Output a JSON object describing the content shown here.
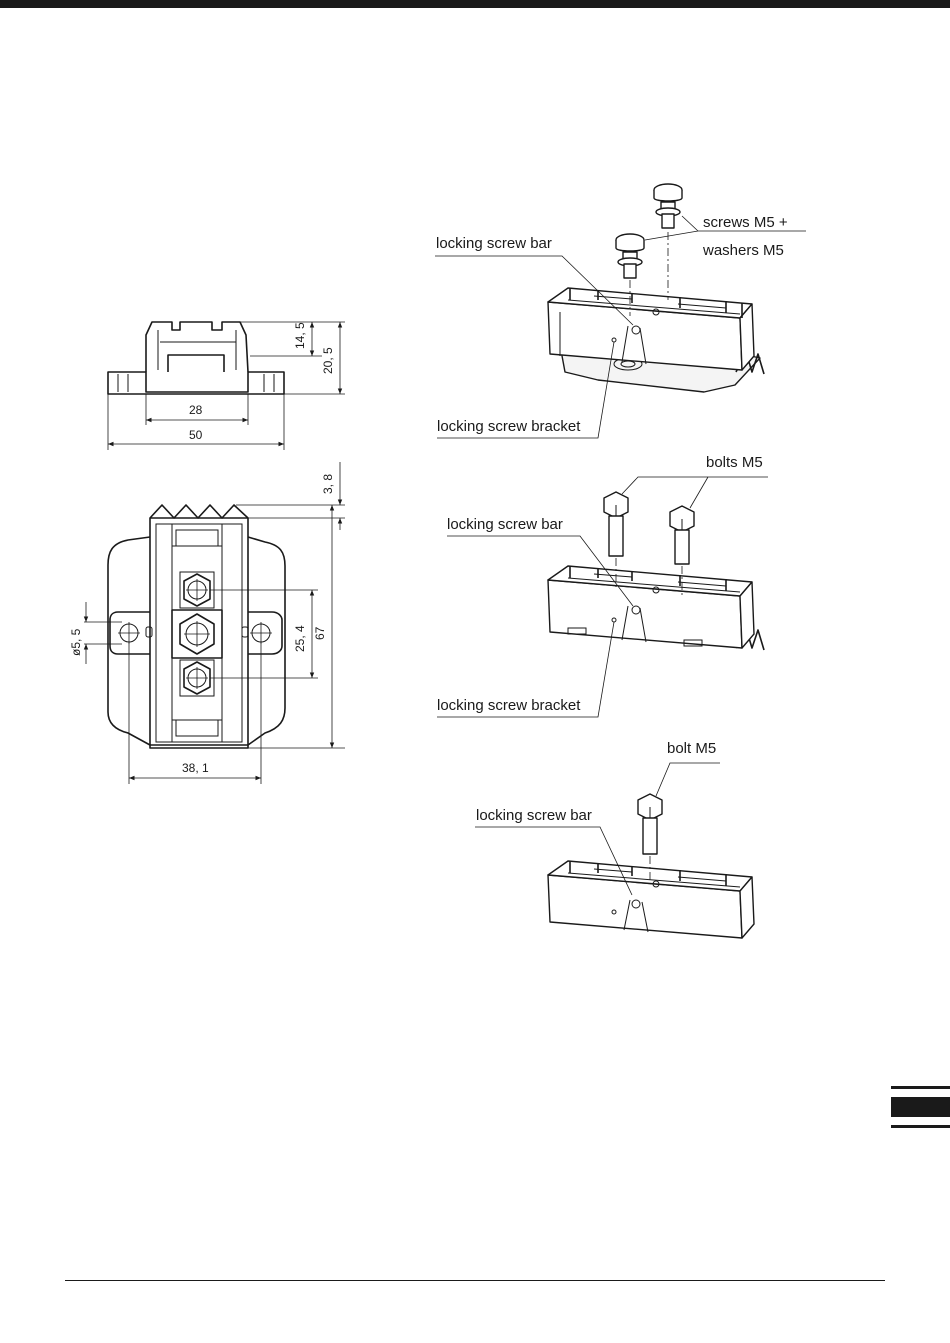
{
  "dimensions": {
    "height_top": "14, 5",
    "height_total": "20, 5",
    "width_inner": "28",
    "width_outer": "50",
    "spike": "3, 8",
    "hole_diameter": "ø5, 5",
    "hole_spacing": "25, 4",
    "length": "67",
    "hole_distance": "38, 1"
  },
  "labels": {
    "a_screws_line1": "screws M5 +",
    "a_screws_line2": "washers M5",
    "a_bar": "locking screw bar",
    "a_bracket": "locking screw bracket",
    "b_bolts": "bolts M5",
    "b_bar": "locking screw bar",
    "b_bracket": "locking screw bracket",
    "c_bolt": "bolt M5",
    "c_bar": "locking screw bar"
  },
  "colors": {
    "ink": "#1a1a1a",
    "paper": "#ffffff"
  }
}
